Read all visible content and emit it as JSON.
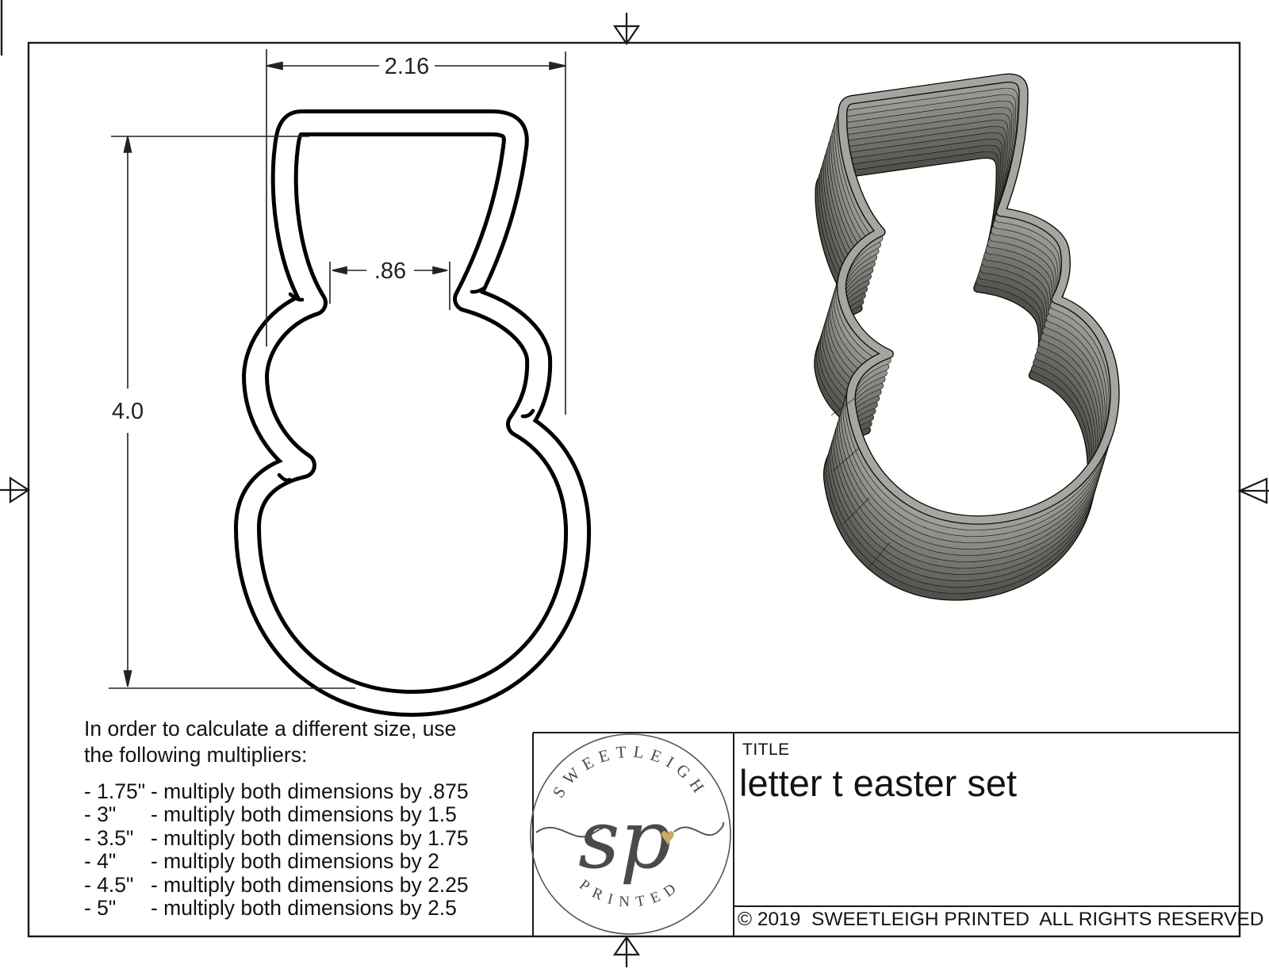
{
  "page": {
    "background": "#ffffff",
    "line_color": "#1a1a1a"
  },
  "drawing": {
    "dim_width": "2.16",
    "dim_inner_width": ".86",
    "dim_height": "4.0"
  },
  "note": {
    "line1": "In order to calculate a different size, use",
    "line2": "the following multipliers:",
    "rows": [
      {
        "size": "- 1.75\"",
        "rule": "- multiply both dimensions by .875"
      },
      {
        "size": "- 3\"",
        "rule": "- multiply both dimensions by 1.5"
      },
      {
        "size": "- 3.5\"",
        "rule": "- multiply both dimensions by 1.75"
      },
      {
        "size": "- 4\"",
        "rule": "- multiply both dimensions by 2"
      },
      {
        "size": "- 4.5\"",
        "rule": "- multiply both dimensions by 2.25"
      },
      {
        "size": "- 5\"",
        "rule": "- multiply both dimensions by 2.5"
      }
    ]
  },
  "title_block": {
    "label": "TITLE",
    "title": "letter t easter set",
    "copyright": "© 2019  SWEETLEIGH PRINTED  ALL RIGHTS RESERVED"
  },
  "logo": {
    "arc_top": "SWEETLEIGH",
    "arc_bottom": "PRINTED",
    "monogram": "sp",
    "heart_glyph": "♥",
    "heart_color": "#c9ad66",
    "ink_color": "#4a4a4a"
  },
  "render": {
    "edge_color": "#0d0d0b",
    "rim_gray": "#a6a6a0",
    "stack_colors": [
      "#52524c",
      "#595953",
      "#60605a",
      "#676761",
      "#6e6e68",
      "#75756f",
      "#7c7c76",
      "#83837d",
      "#8a8a84",
      "#91918b",
      "#989892",
      "#9f9f99",
      "#a6a6a0"
    ]
  }
}
